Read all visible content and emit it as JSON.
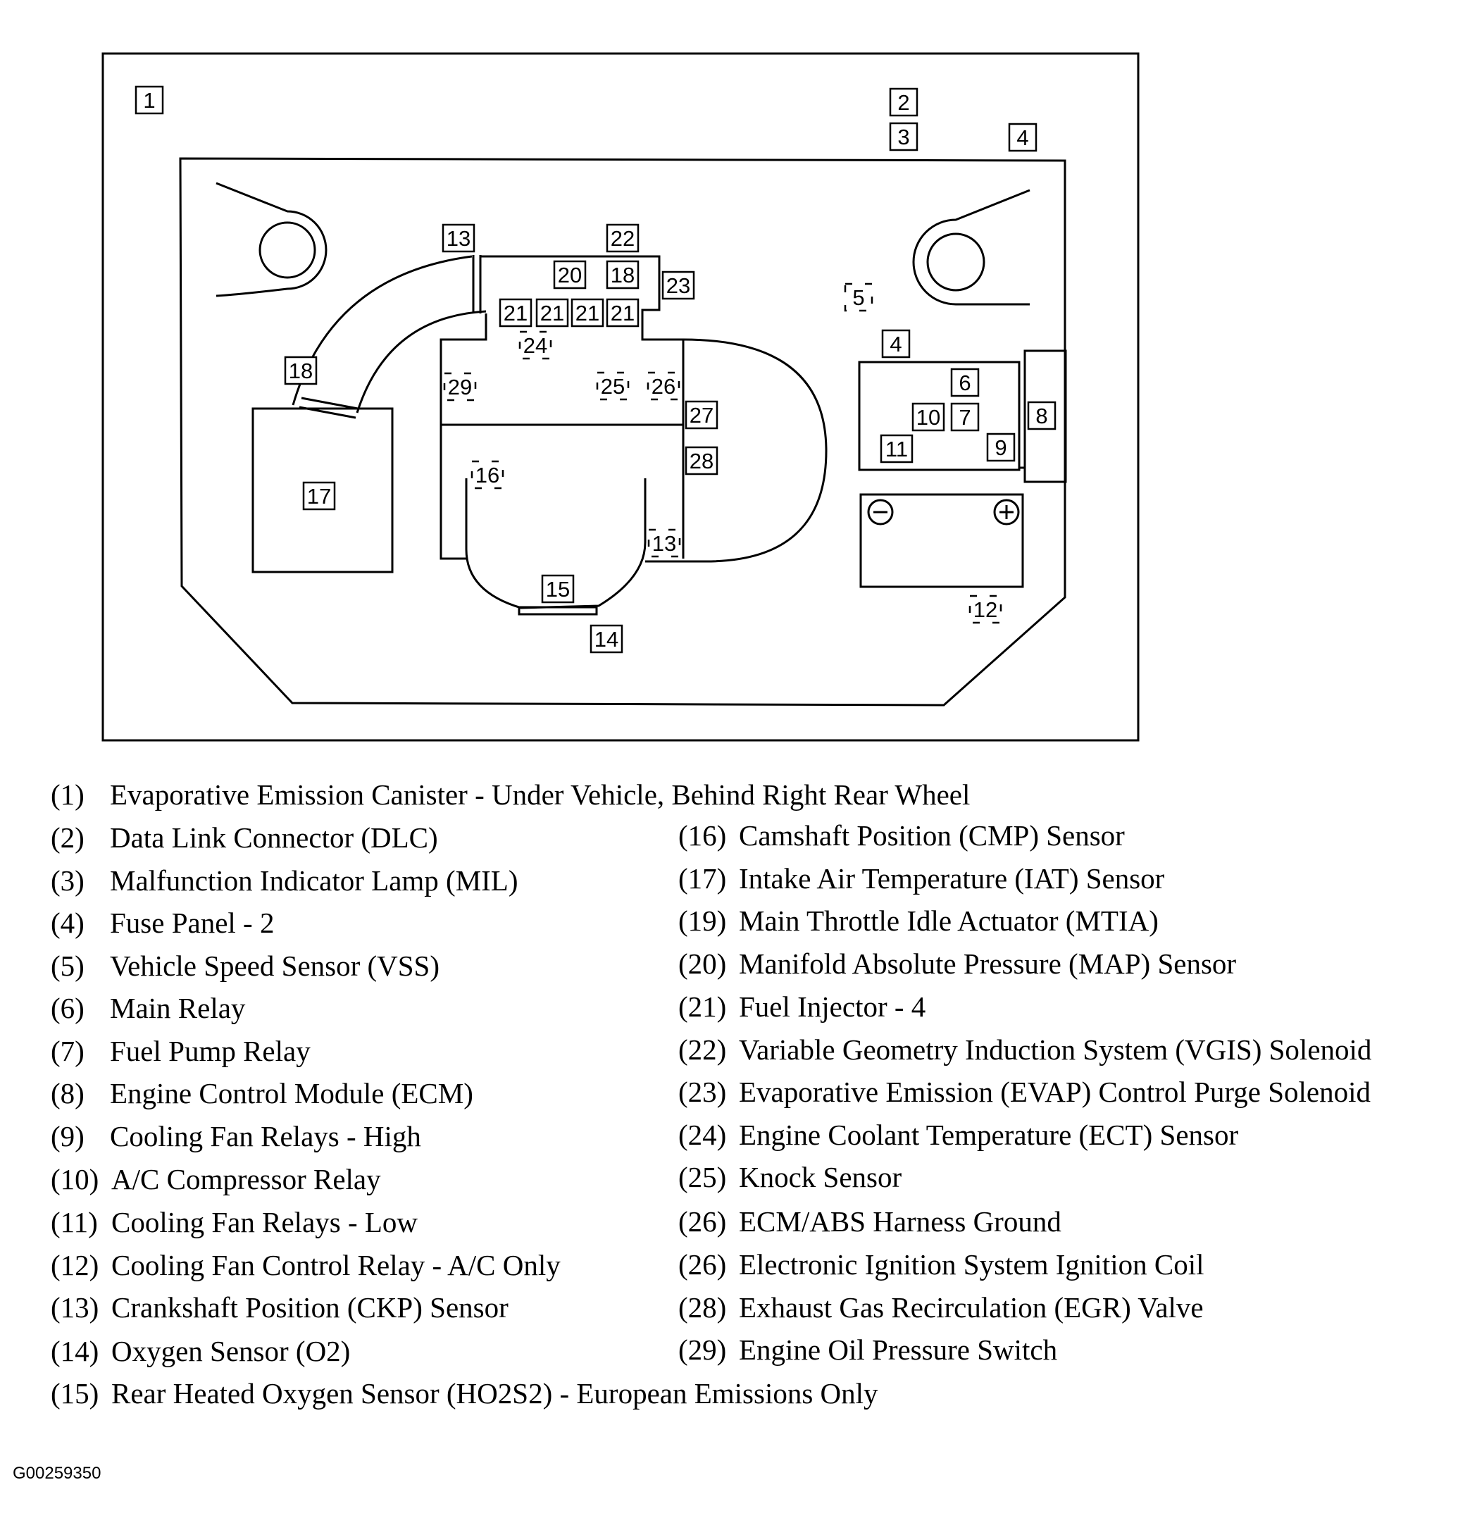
{
  "diagram": {
    "callouts": [
      {
        "id": "c1",
        "label": "1"
      },
      {
        "id": "c2",
        "label": "2"
      },
      {
        "id": "c3",
        "label": "3"
      },
      {
        "id": "c4a",
        "label": "4"
      },
      {
        "id": "c4b",
        "label": "4"
      },
      {
        "id": "c5",
        "label": "5"
      },
      {
        "id": "c6",
        "label": "6"
      },
      {
        "id": "c7",
        "label": "7"
      },
      {
        "id": "c8",
        "label": "8"
      },
      {
        "id": "c9",
        "label": "9"
      },
      {
        "id": "c10",
        "label": "10"
      },
      {
        "id": "c11",
        "label": "11"
      },
      {
        "id": "c12",
        "label": "12"
      },
      {
        "id": "c13a",
        "label": "13"
      },
      {
        "id": "c13b",
        "label": "13"
      },
      {
        "id": "c14",
        "label": "14"
      },
      {
        "id": "c15",
        "label": "15"
      },
      {
        "id": "c16",
        "label": "16"
      },
      {
        "id": "c17",
        "label": "17"
      },
      {
        "id": "c18a",
        "label": "18"
      },
      {
        "id": "c18b",
        "label": "18"
      },
      {
        "id": "c20",
        "label": "20"
      },
      {
        "id": "c21a",
        "label": "21"
      },
      {
        "id": "c21b",
        "label": "21"
      },
      {
        "id": "c21c",
        "label": "21"
      },
      {
        "id": "c21d",
        "label": "21"
      },
      {
        "id": "c22",
        "label": "22"
      },
      {
        "id": "c23",
        "label": "23"
      },
      {
        "id": "c24",
        "label": "24"
      },
      {
        "id": "c25",
        "label": "25"
      },
      {
        "id": "c26",
        "label": "26"
      },
      {
        "id": "c27",
        "label": "27"
      },
      {
        "id": "c28",
        "label": "28"
      },
      {
        "id": "c29",
        "label": "29"
      }
    ]
  },
  "legend": [
    {
      "num": "(1)",
      "text": "Evaporative Emission Canister - Under Vehicle, Behind Right Rear Wheel"
    },
    {
      "num": "(2)",
      "text": "Data Link Connector (DLC)"
    },
    {
      "num": "(3)",
      "text": "Malfunction Indicator Lamp (MIL)"
    },
    {
      "num": "(4)",
      "text": "Fuse Panel - 2"
    },
    {
      "num": "(5)",
      "text": "Vehicle Speed Sensor (VSS)"
    },
    {
      "num": "(6)",
      "text": "Main Relay"
    },
    {
      "num": "(7)",
      "text": "Fuel Pump Relay"
    },
    {
      "num": "(8)",
      "text": "Engine Control Module (ECM)"
    },
    {
      "num": "(9)",
      "text": "Cooling Fan Relays - High"
    },
    {
      "num": "(10)",
      "text": "A/C Compressor Relay"
    },
    {
      "num": "(11)",
      "text": "Cooling Fan Relays - Low"
    },
    {
      "num": "(12)",
      "text": "Cooling Fan Control Relay - A/C Only"
    },
    {
      "num": "(13)",
      "text": "Crankshaft Position (CKP) Sensor"
    },
    {
      "num": "(14)",
      "text": "Oxygen Sensor (O2)"
    },
    {
      "num": "(15)",
      "text": "Rear Heated Oxygen Sensor (HO2S2) - European Emissions Only"
    },
    {
      "num": "(16)",
      "text": "Camshaft Position (CMP) Sensor"
    },
    {
      "num": "(17)",
      "text": "Intake Air Temperature (IAT) Sensor"
    },
    {
      "num": "(19)",
      "text": "Main Throttle Idle Actuator (MTIA)"
    },
    {
      "num": "(20)",
      "text": "Manifold Absolute Pressure (MAP) Sensor"
    },
    {
      "num": "(21)",
      "text": "Fuel Injector - 4"
    },
    {
      "num": "(22)",
      "text": "Variable Geometry Induction System (VGIS) Solenoid"
    },
    {
      "num": "(23)",
      "text": "Evaporative Emission (EVAP) Control Purge Solenoid"
    },
    {
      "num": "(24)",
      "text": "Engine Coolant Temperature (ECT) Sensor"
    },
    {
      "num": "(25)",
      "text": "Knock Sensor"
    },
    {
      "num": "(26)",
      "text": "ECM/ABS Harness Ground"
    },
    {
      "num": "(26)",
      "text": "Electronic Ignition System Ignition Coil"
    },
    {
      "num": "(28)",
      "text": "Exhaust Gas Recirculation (EGR) Valve"
    },
    {
      "num": "(29)",
      "text": "Engine Oil Pressure Switch"
    }
  ],
  "figure_id": "G00259350"
}
